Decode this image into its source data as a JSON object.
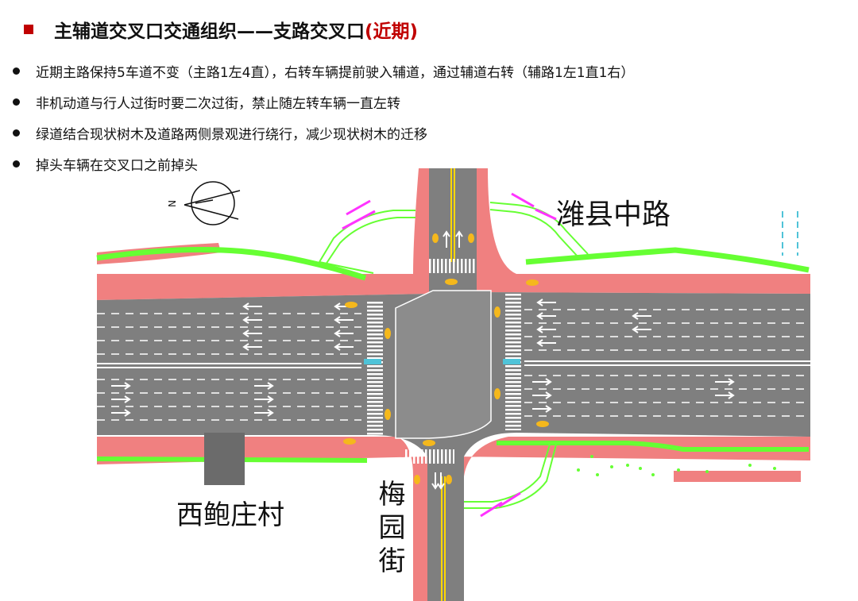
{
  "header": {
    "title_main": "主辅道交叉口交通组织——支路交叉口",
    "title_tag": "(近期)"
  },
  "bullets": [
    "近期主路保持5车道不变（主路1左4直），右转车辆提前驶入辅道，通过辅道右转（辅路1左1直1右）",
    "非机动道与行人过街时要二次过街，禁止随左转车辆一直左转",
    "绿道结合现状树木及道路两侧景观进行绕行，减少现状树木的迁移",
    "掉头车辆在交叉口之前掉头"
  ],
  "diagram": {
    "compass_letter": "N",
    "road_main": "潍县中路",
    "road_branch": "梅园街",
    "village": "西鲍庄村"
  },
  "colors": {
    "accent": "#c00000",
    "asphalt": "#7f7f7f",
    "sidewalk": "#f08080",
    "greenway": "#66ff33",
    "bike_box": "#4fc3d8",
    "marker": "#ff33ff"
  }
}
